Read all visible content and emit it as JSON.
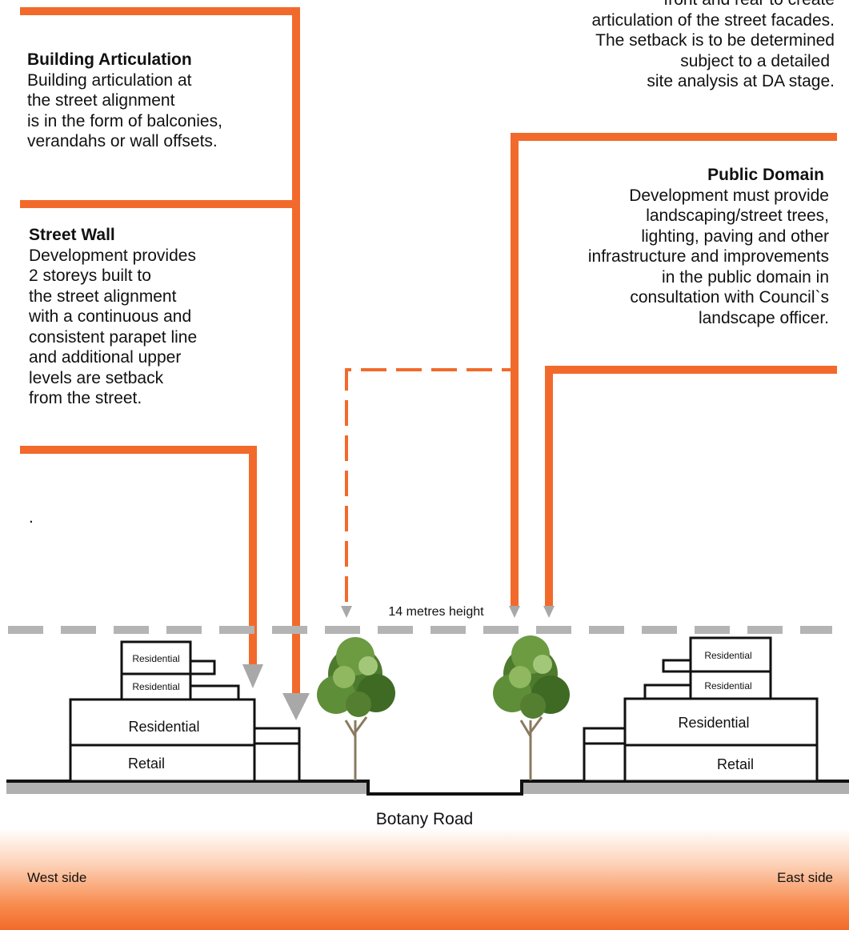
{
  "intro_lines": [
    "front  and rear to create",
    "articulation of the street facades.",
    "The setback is to be determined",
    "subject to a detailed",
    "site analysis at DA stage."
  ],
  "building_articulation": {
    "title": "Building Articulation",
    "lines": [
      "Building articulation at",
      "the street alignment",
      "is in the form of balconies,",
      "verandahs or wall offsets."
    ]
  },
  "street_wall": {
    "title": "Street Wall",
    "lines": [
      "Development provides",
      "2 storeys built to",
      "the street alignment",
      "with a continuous and",
      "consistent parapet line",
      "and additional upper",
      "levels are setback",
      "from the street."
    ]
  },
  "public_domain": {
    "title": "Public Domain",
    "lines": [
      "Development must provide",
      "landscaping/street trees,",
      "lighting, paving and other",
      "infrastructure and improvements",
      "in the public domain in",
      "consultation with Council`s",
      "landscape officer."
    ]
  },
  "stray_mark": ".",
  "height_label": "14 metres height",
  "road_label": "Botany  Road",
  "west_label": "West side",
  "east_label": "East side",
  "west_building": {
    "labels": [
      "Residential",
      "Residential",
      "Residential",
      "Retail"
    ]
  },
  "east_building": {
    "labels": [
      "Residential",
      "Residential",
      "Residential",
      "Retail"
    ]
  },
  "colors": {
    "accent": "#f26a2b",
    "dash": "#b4b4b4",
    "ground": "#b0b0b0",
    "arrow": "#a8a8a8"
  }
}
